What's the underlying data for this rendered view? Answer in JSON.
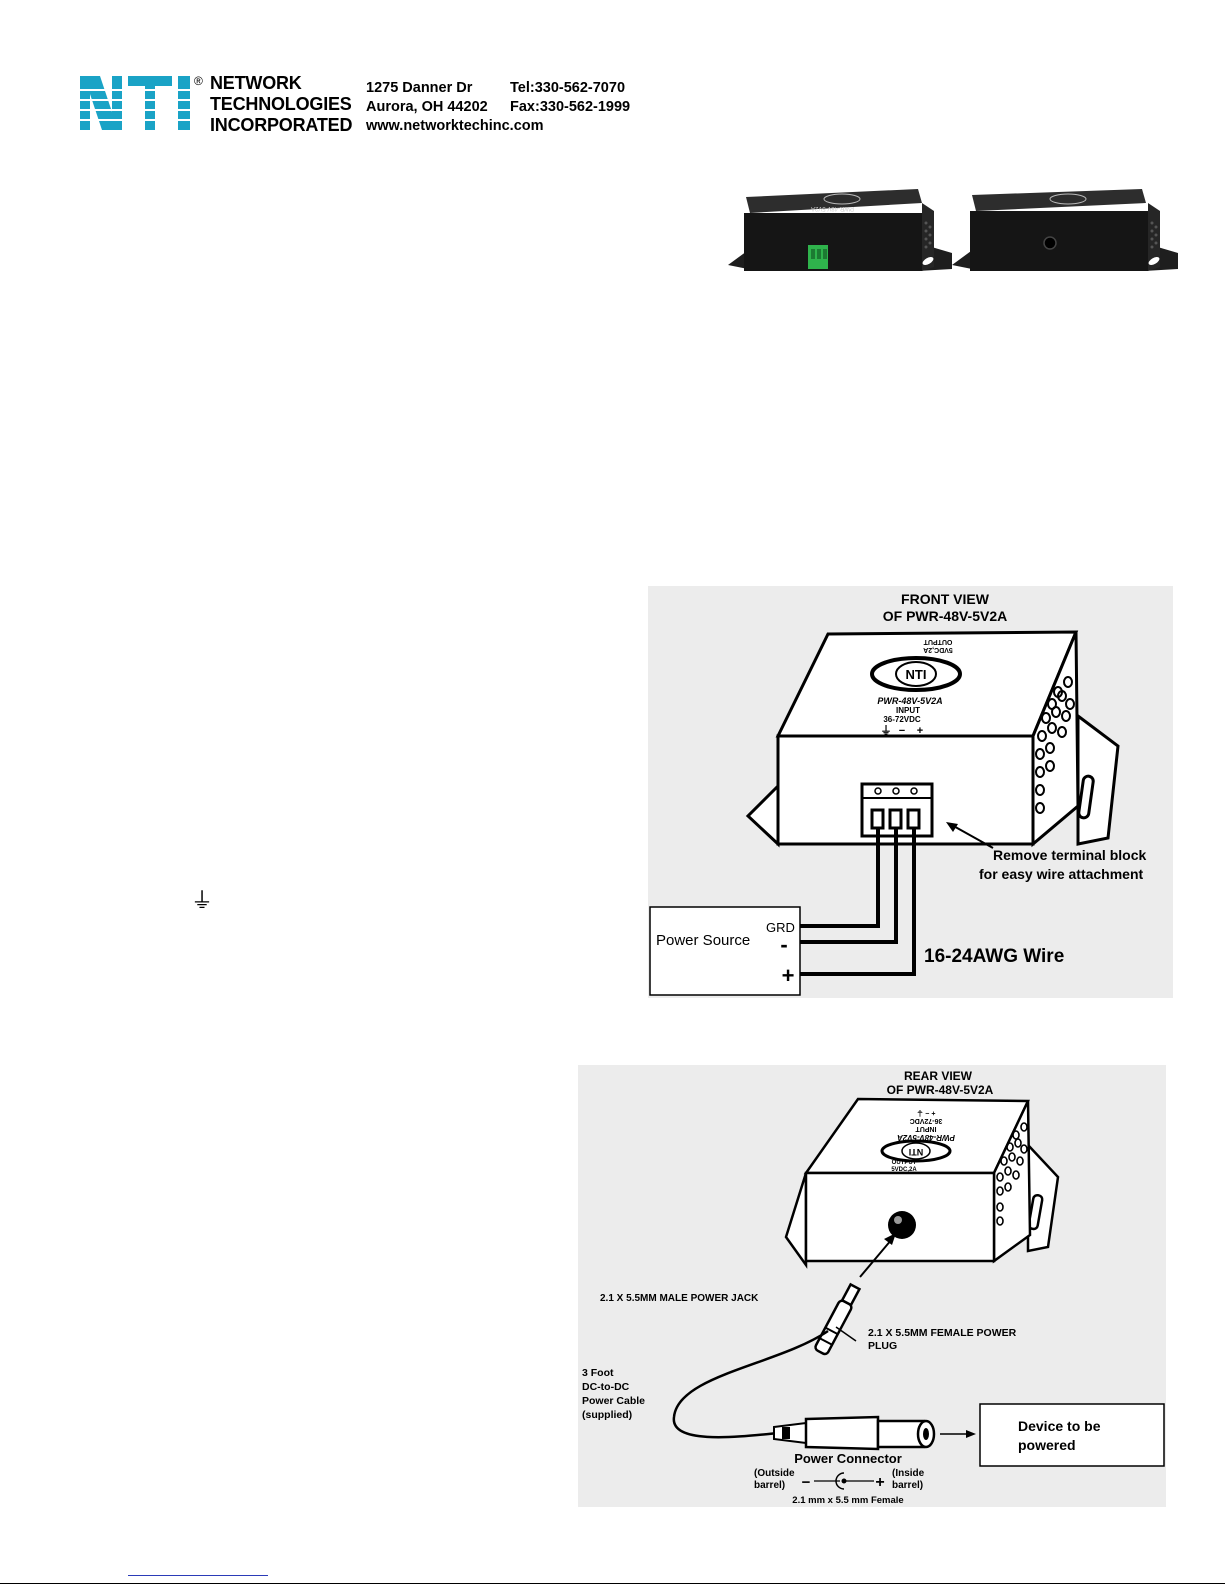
{
  "header": {
    "logo_letters": "NTI",
    "registered": "®",
    "company_lines": [
      "NETWORK",
      "TECHNOLOGIES",
      "INCORPORATED"
    ],
    "address": [
      "1275 Danner Dr",
      "Aurora, OH 44202",
      "www.networktechinc.com"
    ],
    "phone": [
      "Tel:330-562-7070",
      "Fax:330-562-1999"
    ],
    "brand_color": "#1aa3c6"
  },
  "photo": {
    "unit_label": "PWR-48V-5V2A"
  },
  "front": {
    "title_1": "FRONT  VIEW",
    "title_2": "OF PWR-48V-5V2A",
    "top_output": "OUTPUT",
    "top_output_2": "5VDC,2A",
    "model": "PWR-48V-5V2A",
    "input": "INPUT",
    "input_range": "36-72VDC",
    "pins": [
      "⏚",
      "−",
      "+"
    ],
    "callout_1": "Remove terminal block",
    "callout_2": "for easy wire attachment",
    "source_label": "Power Source",
    "grd": "GRD",
    "minus": "-",
    "plus": "+",
    "wire": "16-24AWG Wire"
  },
  "ground_symbol": "⏚",
  "rear": {
    "title_1": "REAR VIEW",
    "title_2": "OF PWR-48V-5V2A",
    "top_model": "PWR-48V-5V2A",
    "top_input": "INPUT",
    "top_range": "36-72VDC",
    "output": "OUTPUT",
    "output_2": "5VDC,2A",
    "jack": "2.1 X 5.5MM MALE POWER JACK",
    "plug_1": "2.1 X 5.5MM FEMALE POWER",
    "plug_2": "PLUG",
    "cable": [
      "3 Foot",
      "DC-to-DC",
      "Power Cable",
      "(supplied)"
    ],
    "device_1": "Device to be",
    "device_2": "powered",
    "connector": "Power Connector",
    "outside_1": "(Outside",
    "outside_2": "barrel)",
    "inside_1": "(Inside",
    "inside_2": "barrel)",
    "spec": "2.1 mm x 5.5 mm Female",
    "minus": "−",
    "plus": "+"
  }
}
